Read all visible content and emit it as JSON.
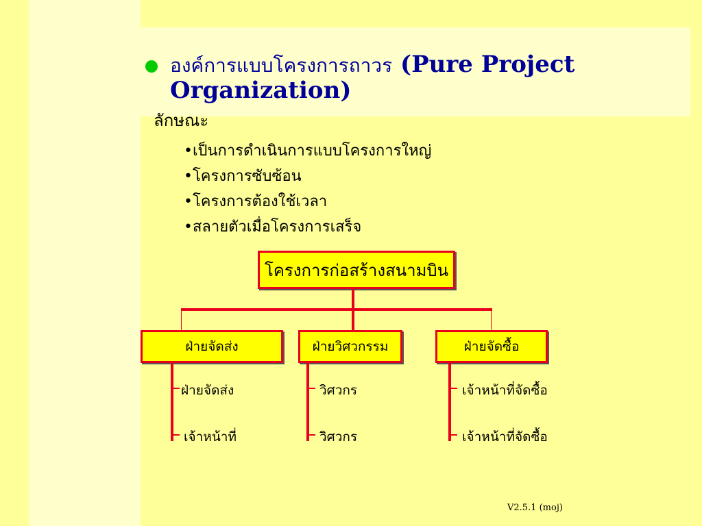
{
  "slide": {
    "title_thai": "องค์การแบบโครงการถาวร",
    "title_english": "(Pure Project Organization)",
    "subheading": "ลักษณะ",
    "features": [
      "•เป็นการดำเนินการแบบโครงการใหญ่",
      "•โครงการซับซ้อน",
      "•โครงการต้องใช้เวลา",
      "•สลายตัวเมื่อโครงการเสร็จ"
    ],
    "footer": "V2.5.1 (moj)"
  },
  "org_chart": {
    "top": "โครงการก่อสร้างสนามบิน",
    "departments": [
      {
        "name": "ฝ่ายจัดส่ง",
        "subs": [
          "ฝ่ายจัดส่ง",
          "เจ้าหน้าที่"
        ]
      },
      {
        "name": "ฝ่ายวิศวกรรม",
        "subs": [
          "วิศวกร",
          "วิศวกร"
        ]
      },
      {
        "name": "ฝ่ายจัดซื้อ",
        "subs": [
          "เจ้าหน้าที่จัดซื้อ",
          "เจ้าหน้าที่จัดซื้อ"
        ]
      }
    ]
  },
  "colors": {
    "background": "#FFFF99",
    "panel": "#FFFFCC",
    "title": "#000099",
    "bullet": "#00CC00",
    "box_fill": "#FFFF00",
    "box_border": "#E8001C"
  }
}
